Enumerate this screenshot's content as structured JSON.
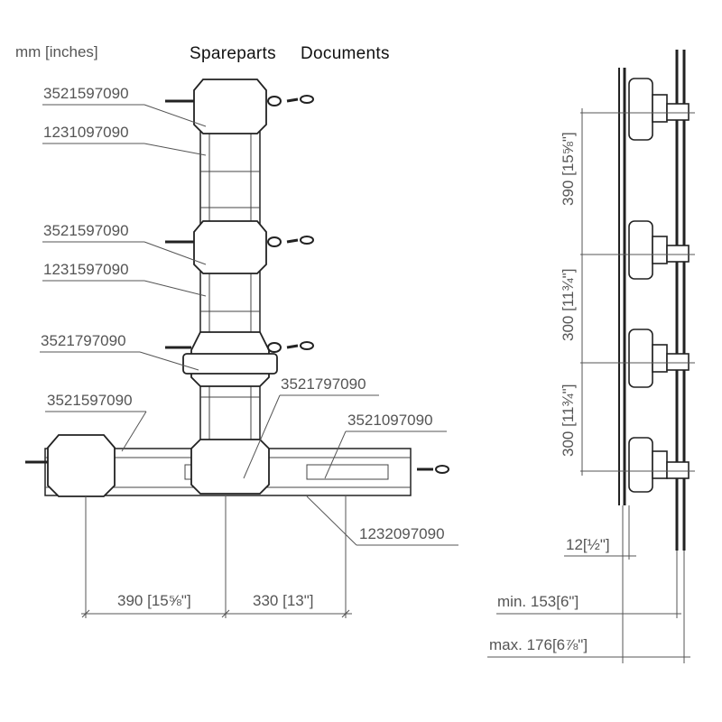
{
  "units_label": "mm [inches]",
  "nav": {
    "spareparts": "Spareparts",
    "documents": "Documents"
  },
  "part_numbers": {
    "p1": "3521597090",
    "p2": "1231097090",
    "p3": "3521597090",
    "p4": "1231597090",
    "p5": "3521797090",
    "p6": "3521597090",
    "p7": "3521797090",
    "p8": "3521097090",
    "p9": "1232097090"
  },
  "front_dimensions": [
    {
      "value": "390",
      "inches": "[15⅝\"]"
    },
    {
      "value": "330",
      "inches": "[13\"]"
    }
  ],
  "side_dimensions": [
    {
      "value": "390",
      "inches": "[15⅝\"]"
    },
    {
      "value": "300",
      "inches": "[11¾\"]"
    },
    {
      "value": "300",
      "inches": "[11¾\"]"
    }
  ],
  "depth_dimensions": {
    "wall": {
      "value": "12",
      "inches": "[½\"]"
    },
    "min": {
      "prefix": "min.",
      "value": "153",
      "inches": "[6\"]"
    },
    "max": {
      "prefix": "max.",
      "value": "176",
      "inches": "[6⅞\"]"
    }
  }
}
